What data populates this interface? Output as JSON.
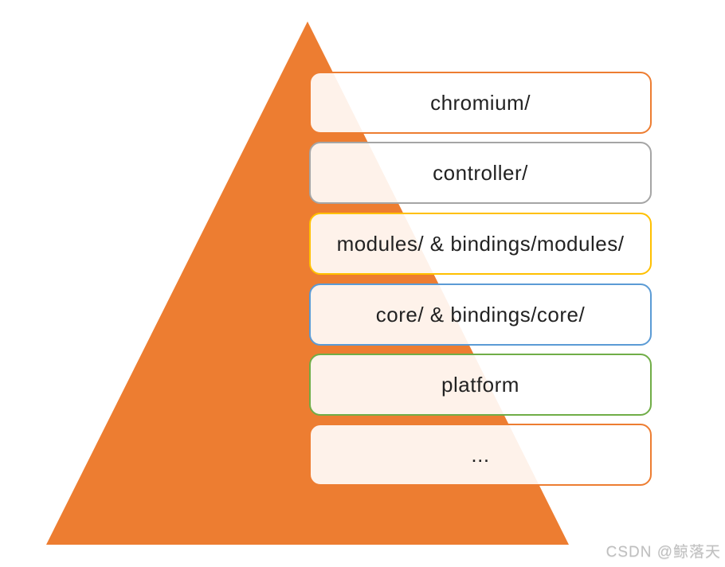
{
  "pyramid": {
    "fill_color": "#ED7D31"
  },
  "layers": [
    {
      "label": "chromium/",
      "border_color": "#ED7D31"
    },
    {
      "label": "controller/",
      "border_color": "#A5A5A5"
    },
    {
      "label": "modules/ & bindings/modules/",
      "border_color": "#FFC000"
    },
    {
      "label": "core/ & bindings/core/",
      "border_color": "#5B9BD5"
    },
    {
      "label": "platform",
      "border_color": "#70AD47"
    },
    {
      "label": "...",
      "border_color": "#ED7D31"
    }
  ],
  "watermark": {
    "text": "CSDN @鲸落天",
    "color": "#BFBFBF"
  }
}
